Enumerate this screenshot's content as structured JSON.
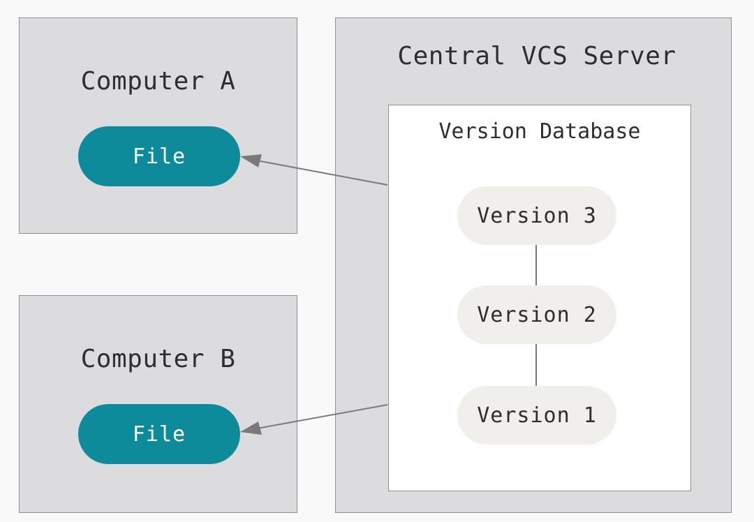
{
  "computer_a": {
    "title": "Computer A",
    "file_label": "File"
  },
  "computer_b": {
    "title": "Computer B",
    "file_label": "File"
  },
  "server": {
    "title": "Central VCS Server",
    "database": {
      "title": "Version Database",
      "versions": [
        "Version 3",
        "Version 2",
        "Version 1"
      ]
    }
  },
  "colors": {
    "box_fill": "#dcdcde",
    "file_pill": "#0e8b9b",
    "version_pill": "#f0efec",
    "arrow": "#7a7a7a"
  }
}
